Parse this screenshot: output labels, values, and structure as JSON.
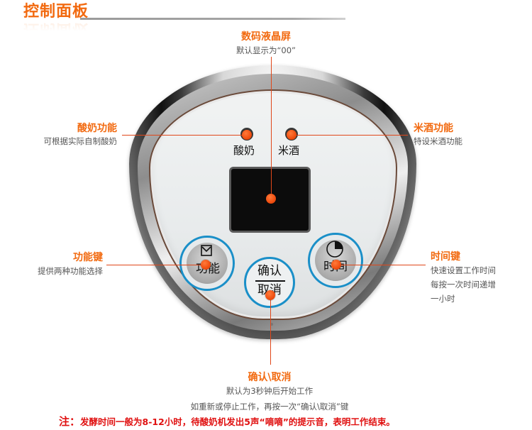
{
  "header": {
    "title": "控制面板"
  },
  "callouts": {
    "lcd": {
      "heading": "数码液晶屏",
      "desc": "默认显示为“00”"
    },
    "yogurt": {
      "heading": "酸奶功能",
      "desc": "可根据实际自制酸奶"
    },
    "rice_wine": {
      "heading": "米酒功能",
      "desc": "特设米酒功能"
    },
    "function_key": {
      "heading": "功能键",
      "desc": "提供两种功能选择"
    },
    "time_key": {
      "heading": "时间键",
      "desc_lines": [
        "快速设置工作时间",
        "每按一次时间递增",
        "一小时"
      ]
    },
    "confirm_key": {
      "heading": "确认\\取消",
      "desc_lines": [
        "默认为3秒钟后开始工作",
        "如重新或停止工作，再按一次“确认\\取消”键"
      ]
    }
  },
  "device": {
    "led_labels": [
      "酸奶",
      "米酒"
    ],
    "buttons": {
      "function": {
        "icon": "checkbox-icon",
        "label": "功能"
      },
      "confirm": {
        "top": "确认",
        "bottom": "取消"
      },
      "time": {
        "icon": "clock-icon",
        "label": "时间"
      }
    }
  },
  "note": {
    "prefix": "注：",
    "text": "发酵时间一般为8-12小时，待酸奶机发出5声“嘀嘀”的提示音，表明工作结束。"
  },
  "colors": {
    "accent_orange": "#f26a10",
    "leader_red": "#e0471a",
    "note_red": "#e01010",
    "button_ring_blue": "#1a8fc8"
  }
}
